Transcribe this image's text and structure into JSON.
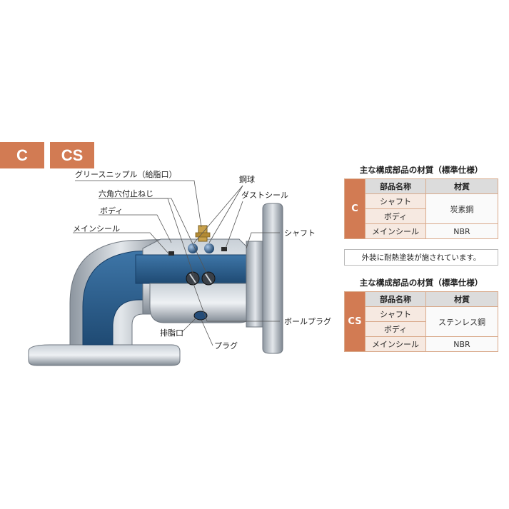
{
  "tags": {
    "c": "C",
    "cs": "CS"
  },
  "labels": {
    "grease_nipple": "グリースニップル（給脂口）",
    "steel_ball": "鋼球",
    "set_screw": "六角穴付止ねじ",
    "dust_seal": "ダストシール",
    "body": "ボディ",
    "main_seal": "メインシール",
    "shaft": "シャフト",
    "ball_plug": "ボールプラグ",
    "drain_port": "排脂口",
    "plug": "プラグ"
  },
  "table_c": {
    "title": "主な構成部品の材質（標準仕様）",
    "side": "C",
    "head_name": "部品名称",
    "head_material": "材質",
    "rows": [
      {
        "name": "シャフト"
      },
      {
        "name": "ボディ"
      },
      {
        "name": "メインシール",
        "material": "NBR"
      }
    ],
    "merged_material": "炭素鋼"
  },
  "note": "外装に耐熱塗装が施されています。",
  "table_cs": {
    "title": "主な構成部品の材質（標準仕様）",
    "side": "CS",
    "head_name": "部品名称",
    "head_material": "材質",
    "rows": [
      {
        "name": "シャフト"
      },
      {
        "name": "ボディ"
      },
      {
        "name": "メインシール",
        "material": "NBR"
      }
    ],
    "merged_material": "ステンレス鋼"
  },
  "colors": {
    "accent": "#d27b53",
    "cavity_blue": "#2f5f8c",
    "metal_gray": "#9aa3ad"
  }
}
